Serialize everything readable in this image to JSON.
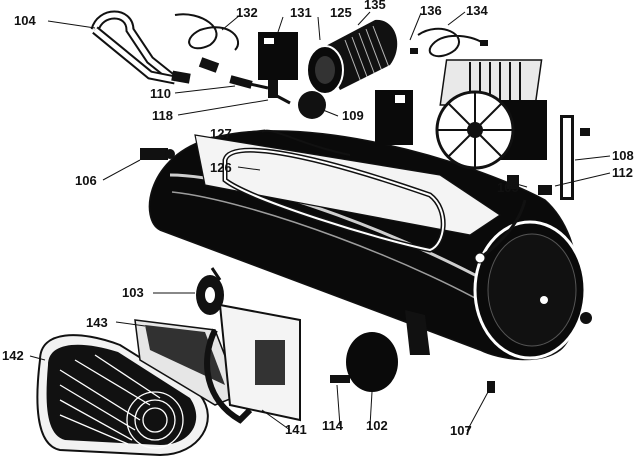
{
  "diagram": {
    "labels": {
      "l104": "104",
      "l132": "132",
      "l131": "131",
      "l125": "125",
      "l135": "135",
      "l136": "136",
      "l134": "134",
      "l110": "110",
      "l118": "118",
      "l109": "109",
      "l127": "127",
      "l106": "106",
      "l126": "126",
      "l108": "108",
      "l105": "105",
      "l112": "112",
      "l103": "103",
      "l143": "143",
      "l142": "142",
      "l141": "141",
      "l114": "114",
      "l102": "102",
      "l107": "107"
    },
    "colors": {
      "ink": "#111111",
      "paper": "#ffffff"
    }
  }
}
